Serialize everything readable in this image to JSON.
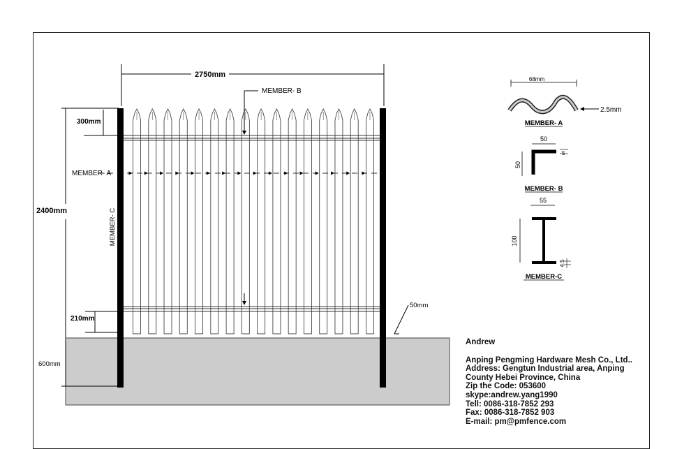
{
  "diagram": {
    "width_label": "2750mm",
    "height_label": "2400mm",
    "top_gap_label": "300mm",
    "bottom_gap_label": "210mm",
    "foundation_label": "600mm",
    "pale_gap_label": "50mm",
    "member_a_label": "MEMBER- A",
    "member_b_label": "MEMBER- B",
    "member_c_label": "MEMBER- C",
    "pale_count": 16
  },
  "details": {
    "member_a": {
      "title": "MEMBER- A",
      "width": "68mm",
      "thickness": "2.5mm"
    },
    "member_b": {
      "title": "MEMBER- B",
      "top": "50",
      "side": "50",
      "thick": "5"
    },
    "member_c": {
      "title": "MEMBER-C",
      "top": "55",
      "side": "100",
      "thick": "4.5"
    }
  },
  "contact": {
    "name": "Andrew",
    "lines": [
      "Anping Pengming Hardware Mesh Co., Ltd..",
      "Address: Gengtun Industrial area, Anping",
      "County Hebei Province, China",
      "Zip the Code: 053600",
      "skype:andrew.yang1990",
      "Tell: 0086-318-7852 293",
      "Fax: 0086-318-7852 903",
      "E-mail: pm@pmfence.com"
    ]
  }
}
